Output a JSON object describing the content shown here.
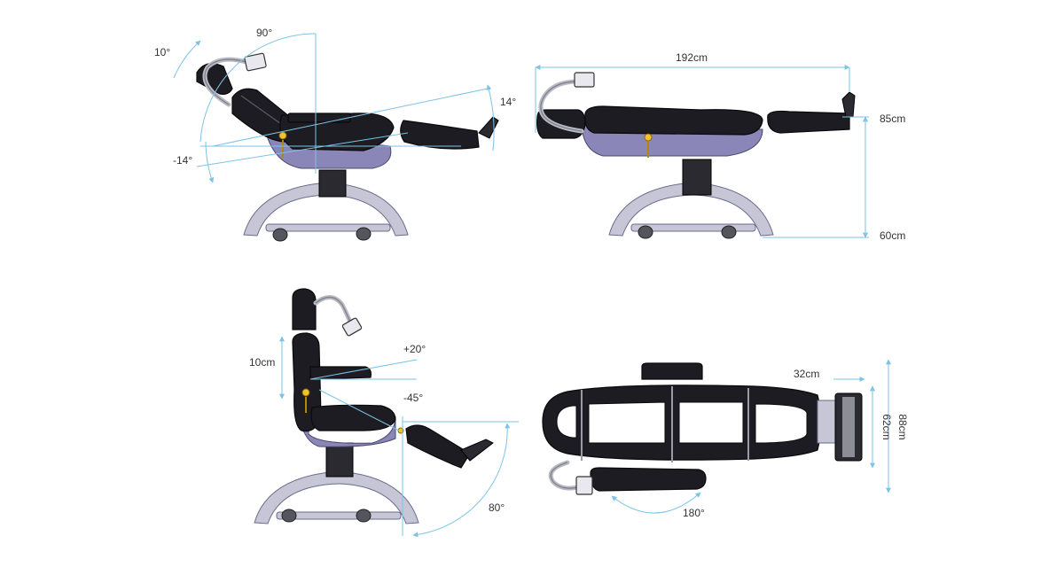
{
  "views": {
    "reclined": {
      "angle_top": "90°",
      "angle_head": "10°",
      "angle_back": "-14°",
      "angle_leg": "14°"
    },
    "flat": {
      "length": "192cm",
      "height_max": "85cm",
      "height_min": "60cm"
    },
    "upright": {
      "headrest": "10cm",
      "seat_up": "+20°",
      "seat_down": "-45°",
      "leg_angle": "80°"
    },
    "top": {
      "foot_extension": "32cm",
      "foot_width": "62cm",
      "overall_width": "88cm",
      "armrest_rotation": "180°"
    }
  }
}
